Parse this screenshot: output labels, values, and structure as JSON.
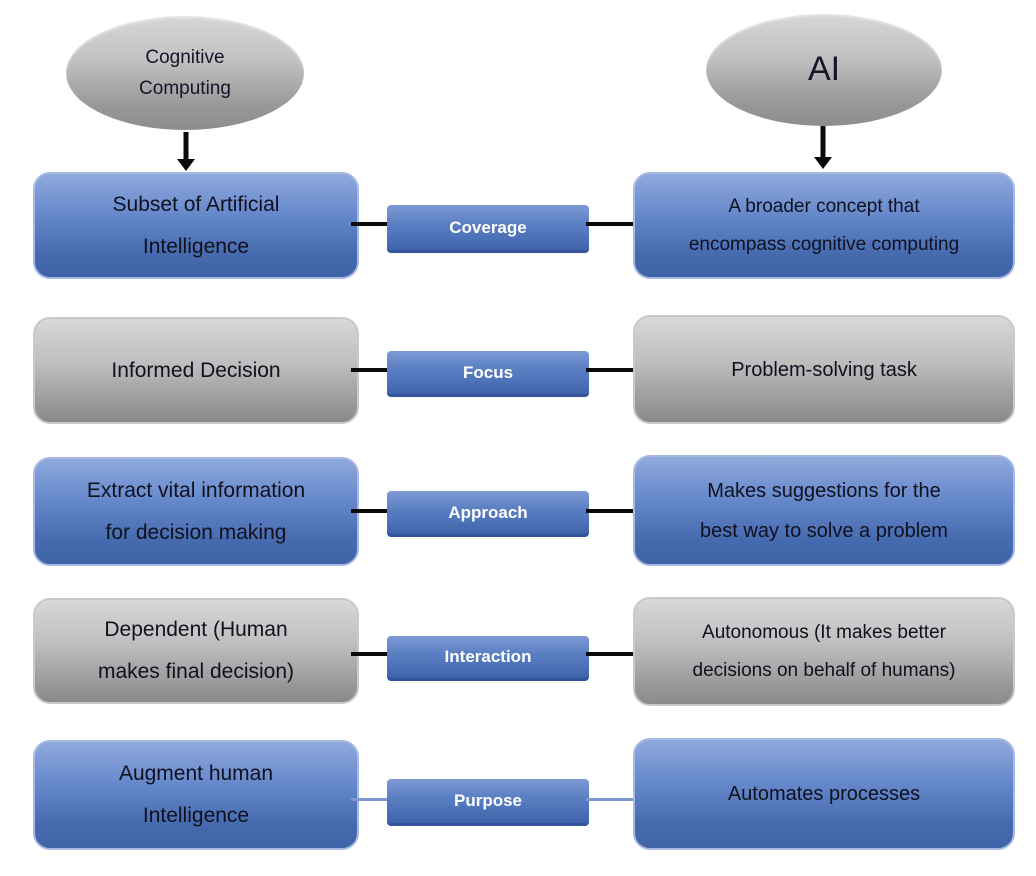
{
  "headers": {
    "left": {
      "label": "Cognitive\nComputing"
    },
    "right": {
      "label": "AI"
    }
  },
  "rows": [
    {
      "dimension": "Coverage",
      "left": "Subset of Artificial\nIntelligence",
      "center": "Coverage",
      "right": "A broader concept that\nencompass cognitive computing",
      "theme": "blue"
    },
    {
      "dimension": "Focus",
      "left": "Informed Decision",
      "center": "Focus",
      "right": "Problem-solving task",
      "theme": "gray"
    },
    {
      "dimension": "Approach",
      "left": "Extract vital information\nfor decision making",
      "center": "Approach",
      "right": "Makes suggestions for the\nbest way to solve a problem",
      "theme": "blue"
    },
    {
      "dimension": "Interaction",
      "left": "Dependent (Human\nmakes final decision)",
      "center": "Interaction",
      "right": "Autonomous (It makes better\ndecisions on behalf of humans)",
      "theme": "gray"
    },
    {
      "dimension": "Purpose",
      "left": "Augment human\nIntelligence",
      "center": "Purpose",
      "right": "Automates processes",
      "theme": "blue"
    }
  ],
  "colors": {
    "blue_box_top": "#8FA9DC",
    "blue_box_bottom": "#3F63A6",
    "gray_box_top": "#D8D8D8",
    "gray_box_bottom": "#8B8B8B",
    "connector_top": "#7E9AD4",
    "connector_bottom": "#3A5EA8",
    "connector_text": "#FFFFFF",
    "box_text": "#10101F",
    "line_default": "#000000",
    "line_purpose_row": "#7D98D3",
    "arrow": "#0A0A0A",
    "background": "#FFFFFF"
  }
}
